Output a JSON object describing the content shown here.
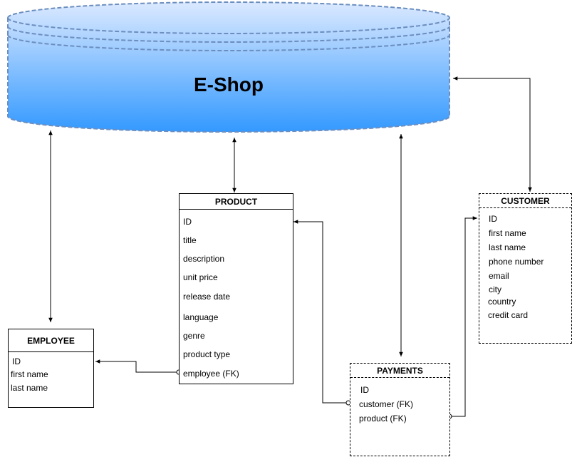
{
  "database": {
    "title": "E-Shop"
  },
  "entities": {
    "product": {
      "title": "PRODUCT",
      "fields": [
        "ID",
        "title",
        "description",
        "unit price",
        "release date",
        "language",
        "genre",
        "product type",
        "employee (FK)"
      ]
    },
    "customer": {
      "title": "CUSTOMER",
      "fields": [
        "ID",
        "first name",
        "last name",
        "phone number",
        "email",
        "city",
        "country",
        "credit card"
      ]
    },
    "employee": {
      "title": "EMPLOYEE",
      "fields": [
        "ID",
        "first name",
        "last name"
      ]
    },
    "payments": {
      "title": "PAYMENTS",
      "fields": [
        "ID",
        "customer (FK)",
        "product (FK)"
      ]
    }
  },
  "colors": {
    "db_top": "#dbe9ff",
    "db_bottom": "#3399ff",
    "db_outline": "#6c8ebf",
    "line": "#000000"
  }
}
